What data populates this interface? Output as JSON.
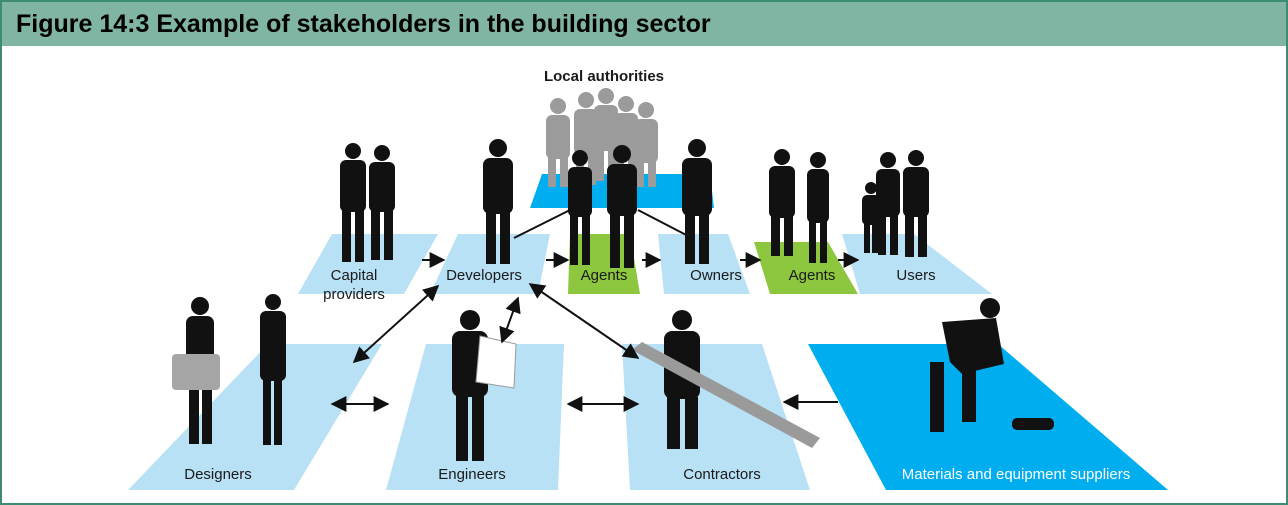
{
  "figure": {
    "title": "Figure 14:3 Example of stakeholders in the building sector"
  },
  "labels": {
    "local_authorities": "Local authorities",
    "capital_providers_line1": "Capital",
    "capital_providers_line2": "providers",
    "developers": "Developers",
    "agents_left": "Agents",
    "owners": "Owners",
    "agents_right": "Agents",
    "users": "Users",
    "designers": "Designers",
    "engineers": "Engineers",
    "contractors": "Contractors",
    "suppliers": "Materials and equipment suppliers"
  },
  "colors": {
    "title_bar": "#7fb5a2",
    "border": "#3c8c74",
    "pad_light_blue": "#b9e1f6",
    "pad_cyan": "#00aeef",
    "pad_green": "#8dc63f",
    "silhouette": "#111111",
    "silhouette_grey": "#9b9b9b"
  }
}
